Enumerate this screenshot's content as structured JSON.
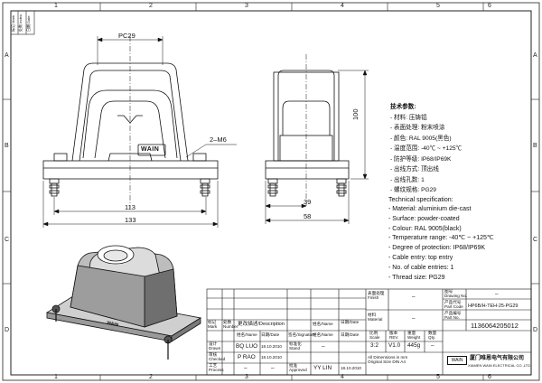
{
  "sheet": {
    "zones_top": [
      "1",
      "2",
      "3",
      "4",
      "5",
      "6"
    ],
    "zones_side": [
      "A",
      "B",
      "C",
      "D"
    ],
    "revision_labels": [
      "标记 Mark",
      "处数 Index",
      "日期 Date"
    ]
  },
  "dimensions": {
    "pc_top": "PC29",
    "thread_m6": "2–M6",
    "dim_113": "113",
    "dim_133": "133",
    "dim_100": "100",
    "dim_39": "39",
    "dim_58": "58"
  },
  "logo_text": "WAIN",
  "specs_cn": {
    "title": "技术参数:",
    "lines": [
      "- 材料: 压铸铝",
      "- 表面处理: 粉末喷涂",
      "- 颜色: RAL 9005(黑色)",
      "- 温度范围: -40℃ ~ +125℃",
      "- 防护等级: IP68/IP69K",
      "- 出线方式: 顶出线",
      "- 出线孔数: 1",
      "- 螺纹规格: PG29"
    ]
  },
  "specs_en": {
    "title": "Technical specification:",
    "lines": [
      "- Material: aluminium die-cast",
      "- Surface: powder-coated",
      "- Colour: RAL 9005(black)",
      "- Temperature range: -40℃ ~ +125℃",
      "- Degree of protection: IP68/IP69K",
      "- Cable entry: top entry",
      "- No. of cable entries: 1",
      "- Thread size: PG29"
    ]
  },
  "title_block": {
    "cn_mark": "标记\nMark",
    "cn_index": "处数\nNumber",
    "col_change": "更改描述/Description",
    "col_name": "姓名/Name",
    "col_date": "日期/Date",
    "col_sign": "签名/Signature",
    "rows": [
      {
        "label": "设计\nDrawn",
        "name": "BQ LUO",
        "date": "18.10.2010",
        "sig": "标准化\nStand",
        "sig_val": "–"
      },
      {
        "label": "审核\nChecked",
        "name": "P RAO",
        "date": "18.10.2010",
        "sig": "",
        "sig_val": ""
      },
      {
        "label": "工艺\nProcess",
        "name": "–",
        "date": "–",
        "sig": "批准\nApproved",
        "sig_val": ""
      }
    ],
    "approver_name": "YY LIN",
    "approver_date": "18.10.2010",
    "surface_label": "表面处理\nFinish",
    "surface_value": "–",
    "material_label": "材料\nMaterial",
    "material_value": "–",
    "scale_label": "比例\nScale",
    "scale_value": "3:2",
    "version_label": "版本\nREV.",
    "version_value": "V1.0",
    "weight_label": "重量\nWeight",
    "weight_value": "445g",
    "qty_label": "数量\nQty.",
    "qty_value": "–",
    "drawing_no_label": "图号\nDrawing No.",
    "drawing_no_value": "–",
    "part_code_label": "产品代号\nPart Code",
    "part_code_value": "HP6B/H-TEH-25-PG29",
    "part_no_label": "产品编号\nPart No.",
    "part_no_value": "1136064205012",
    "footnote": "All Dimensions in mm\nOriginal Size DIN A4",
    "company_cn": "厦门唯恩电气有限公司",
    "company_en": "XIAMEN WAIN ELECTRICAL CO.,LTD"
  }
}
